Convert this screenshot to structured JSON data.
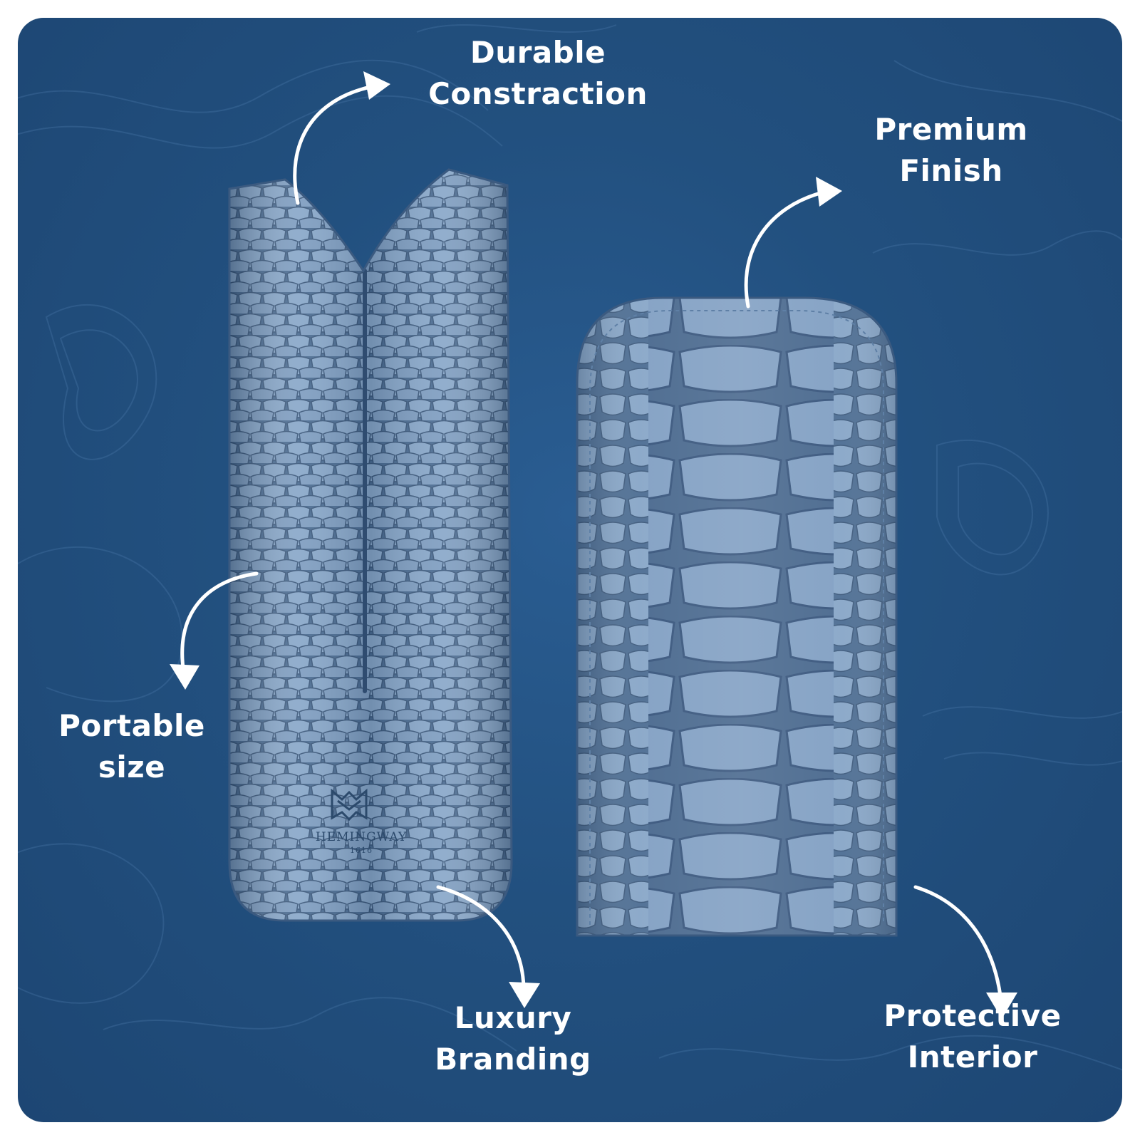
{
  "palette": {
    "background": "#22507f",
    "case_light": "#7d9cc0",
    "case_dark": "#3f5f86",
    "label_color": "#ffffff"
  },
  "labels": {
    "durable": [
      "Durable",
      "Constraction"
    ],
    "premium": [
      "Premium",
      "Finish"
    ],
    "portable": [
      "Portable",
      "size"
    ],
    "luxury": [
      "Luxury",
      "Branding"
    ],
    "protective": [
      "Protective",
      "Interior"
    ]
  },
  "brand": {
    "name": "HEMINGWAY",
    "year": "1616",
    "logo_icon": "double-m-crest-icon"
  },
  "icons": {
    "arrow": "curved-arrow-icon",
    "pattern": "snakeskin-pattern"
  }
}
